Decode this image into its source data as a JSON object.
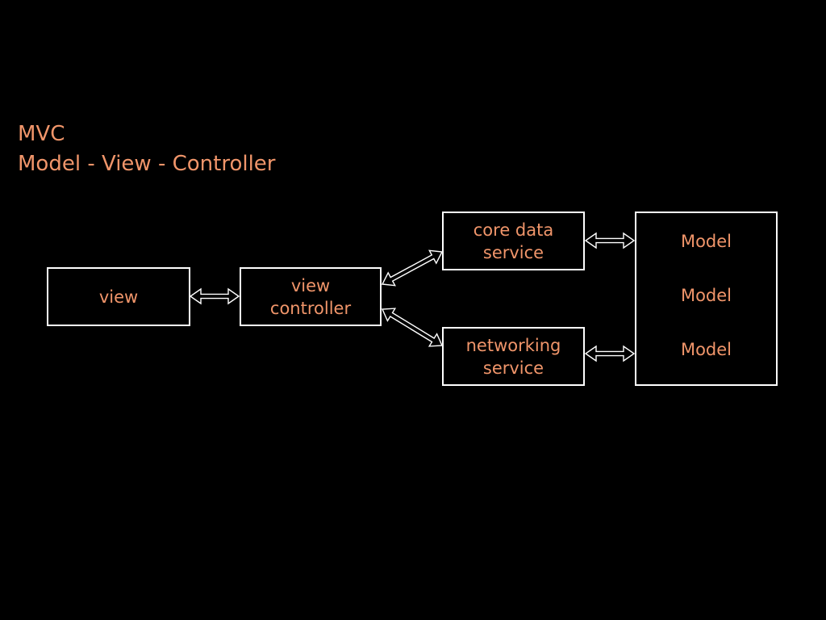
{
  "title": {
    "line1": "MVC",
    "line2": "Model - View - Controller"
  },
  "nodes": {
    "view": [
      "view"
    ],
    "view_controller": [
      "view",
      "controller"
    ],
    "core_data_service": [
      "core data",
      "service"
    ],
    "networking_service": [
      "networking",
      "service"
    ],
    "models": [
      "Model",
      "Model",
      "Model"
    ]
  },
  "connections": [
    {
      "from": "view",
      "to": "view_controller",
      "type": "bidirectional"
    },
    {
      "from": "view_controller",
      "to": "core_data_service",
      "type": "bidirectional"
    },
    {
      "from": "view_controller",
      "to": "networking_service",
      "type": "bidirectional"
    },
    {
      "from": "core_data_service",
      "to": "models",
      "type": "bidirectional"
    },
    {
      "from": "networking_service",
      "to": "models",
      "type": "bidirectional"
    }
  ],
  "colors": {
    "background": "#000000",
    "text": "#f0956a",
    "stroke": "#ffffff"
  }
}
